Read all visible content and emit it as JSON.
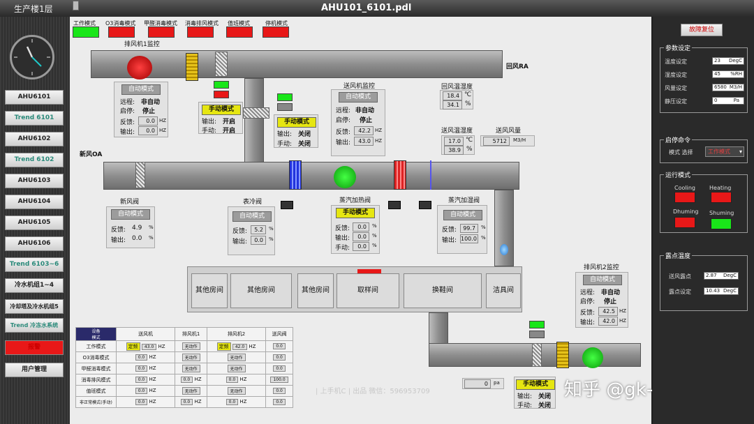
{
  "window": {
    "floor": "生产楼1层",
    "title": "AHU101_6101.pdl"
  },
  "nav": [
    "AHU6101",
    "Trend 6101",
    "AHU6102",
    "Trend 6102",
    "AHU6103",
    "AHU6104",
    "AHU6105",
    "AHU6106",
    "Trend 6103~6",
    "冷水机组1~4",
    "冷却塔及冷水机组5",
    "Trend 冷冻水系统",
    "报警",
    "用户管理"
  ],
  "modes": [
    {
      "label": "工作模式",
      "state": "on"
    },
    {
      "label": "O3消毒模式",
      "state": "off"
    },
    {
      "label": "甲醛消毒模式",
      "state": "off"
    },
    {
      "label": "消毒排风模式",
      "state": "off"
    },
    {
      "label": "值班模式",
      "state": "off"
    },
    {
      "label": "停机模式",
      "state": "off"
    }
  ],
  "labels": {
    "exhaust1": "排风机1监控",
    "supply_fan": "送风机监控",
    "return_air": "回风RA",
    "fresh_air": "新风OA",
    "exhaust2": "排风机2监控",
    "ret_temp_hum": "回风温湿度",
    "sup_temp_hum": "送风温湿度",
    "sup_airflow": "送风风量",
    "fresh_damper": "新风阀",
    "cooling_valve": "表冷阀",
    "steam_heat": "蒸汽加热阀",
    "steam_humid": "蒸汽加湿阀"
  },
  "exhaust1": {
    "mode": "自动模式",
    "remote_lbl": "远程:",
    "remote": "非自动",
    "start_lbl": "启停:",
    "start": "停止",
    "fb_lbl": "反馈:",
    "fb": "0.0",
    "out_lbl": "输出:",
    "out": "0.0",
    "unit": "HZ"
  },
  "manual1": {
    "title": "手动模式",
    "out_lbl": "输出:",
    "out": "开启",
    "man_lbl": "手动:",
    "man": "开启"
  },
  "manual2": {
    "title": "手动模式",
    "out_lbl": "输出:",
    "out": "关闭",
    "man_lbl": "手动:",
    "man": "关闭"
  },
  "supply": {
    "mode": "自动模式",
    "remote_lbl": "远程:",
    "remote": "非自动",
    "start_lbl": "启停:",
    "start": "停止",
    "fb_lbl": "反馈:",
    "fb": "42.2",
    "out_lbl": "输出:",
    "out": "43.0",
    "unit": "HZ"
  },
  "ret": {
    "temp": "18.4",
    "temp_unit": "℃",
    "hum": "34.1",
    "hum_unit": "%"
  },
  "sup": {
    "temp": "17.0",
    "temp_unit": "℃",
    "hum": "38.9",
    "hum_unit": "%",
    "flow": "5712",
    "flow_unit": "M3/H"
  },
  "fdamp": {
    "mode": "自动模式",
    "fb_lbl": "反馈:",
    "fb": "4.9",
    "out_lbl": "输出:",
    "out": "0.0",
    "unit": "%"
  },
  "cool": {
    "mode": "自动模式",
    "fb_lbl": "反馈:",
    "fb": "5.2",
    "out_lbl": "输出:",
    "out": "0.0",
    "unit": "%"
  },
  "heat": {
    "mode": "手动模式",
    "fb_lbl": "反馈:",
    "fb": "0.0",
    "out_lbl": "输出:",
    "out": "0.0",
    "man_lbl": "手动:",
    "man": "0.0",
    "unit": "%"
  },
  "humid": {
    "mode": "自动模式",
    "fb_lbl": "反馈:",
    "fb": "99.7",
    "out_lbl": "输出:",
    "out": "100.0",
    "unit": "%"
  },
  "rooms": [
    "其他房间",
    "其他房间",
    "其他房间",
    "取样间",
    "换鞋间",
    "洁具间"
  ],
  "exhaust2": {
    "mode": "自动模式",
    "remote_lbl": "远程:",
    "remote": "非自动",
    "start_lbl": "启停:",
    "start": "停止",
    "fb_lbl": "反馈:",
    "fb": "42.5",
    "out_lbl": "输出:",
    "out": "42.0",
    "unit": "HZ"
  },
  "manual3": {
    "title": "手动模式",
    "out_lbl": "输出:",
    "out": "关闭",
    "man_lbl": "手动:",
    "man": "关闭"
  },
  "pressure": {
    "value": "0",
    "unit": "pa"
  },
  "table": {
    "corner_top": "设备",
    "corner_bottom": "模式",
    "headers": [
      "送风机",
      "排风机1",
      "排风机2",
      "送风阀"
    ],
    "rows": [
      {
        "mode": "工作模式",
        "c1_tag": "定频",
        "c1": "43.0",
        "c1u": "HZ",
        "c2": "无动作",
        "c3_tag": "定频",
        "c3": "42.0",
        "c3u": "HZ",
        "c4": "0.0"
      },
      {
        "mode": "O3消毒模式",
        "c1": "0.0",
        "c1u": "HZ",
        "c2": "无动作",
        "c3": "无动作",
        "c4": "0.0"
      },
      {
        "mode": "甲醛消毒模式",
        "c1": "0.0",
        "c1u": "HZ",
        "c2": "无动作",
        "c3": "无动作",
        "c4": "0.0"
      },
      {
        "mode": "消毒排风模式",
        "c1": "0.0",
        "c1u": "HZ",
        "c2": "0.0",
        "c2u": "HZ",
        "c3": "0.0",
        "c3u": "HZ",
        "c4": "100.0"
      },
      {
        "mode": "值班模式",
        "c1": "0.0",
        "c1u": "HZ",
        "c2": "无动作",
        "c3": "无动作",
        "c4": "0.0"
      },
      {
        "mode": "非正常模式(手动)",
        "c1": "0.0",
        "c1u": "HZ",
        "c2": "0.0",
        "c2u": "HZ",
        "c3": "0.0",
        "c3u": "HZ",
        "c4": "0.0"
      }
    ]
  },
  "watermark": "| 上手机C | 出品 微信：596953709",
  "brand": "知乎 @gk-auto",
  "right": {
    "reset": "故障复位",
    "params_title": "参数设定",
    "params": [
      {
        "label": "温度设定",
        "value": "23",
        "unit": "DegC"
      },
      {
        "label": "湿度设定",
        "value": "45",
        "unit": "%RH"
      },
      {
        "label": "风量设定",
        "value": "6580",
        "unit": "M3/H"
      },
      {
        "label": "静压设定",
        "value": "0",
        "unit": "Pa"
      }
    ],
    "start_title": "启停命令",
    "mode_select_lbl": "模式 选择",
    "mode_select": "工作模式",
    "run_title": "运行模式",
    "cooling": "Cooling",
    "heating": "Heating",
    "dhuming": "Dhuming",
    "shuming": "Shuming",
    "dew_title": "露点温度",
    "dew": [
      {
        "label": "送风露点",
        "value": "2.87",
        "unit": "DegC"
      },
      {
        "label": "露点设定",
        "value": "10.43",
        "unit": "DegC"
      }
    ]
  },
  "colors": {
    "on": "#19e619",
    "off": "#e81818",
    "badge": "#e6e611"
  }
}
